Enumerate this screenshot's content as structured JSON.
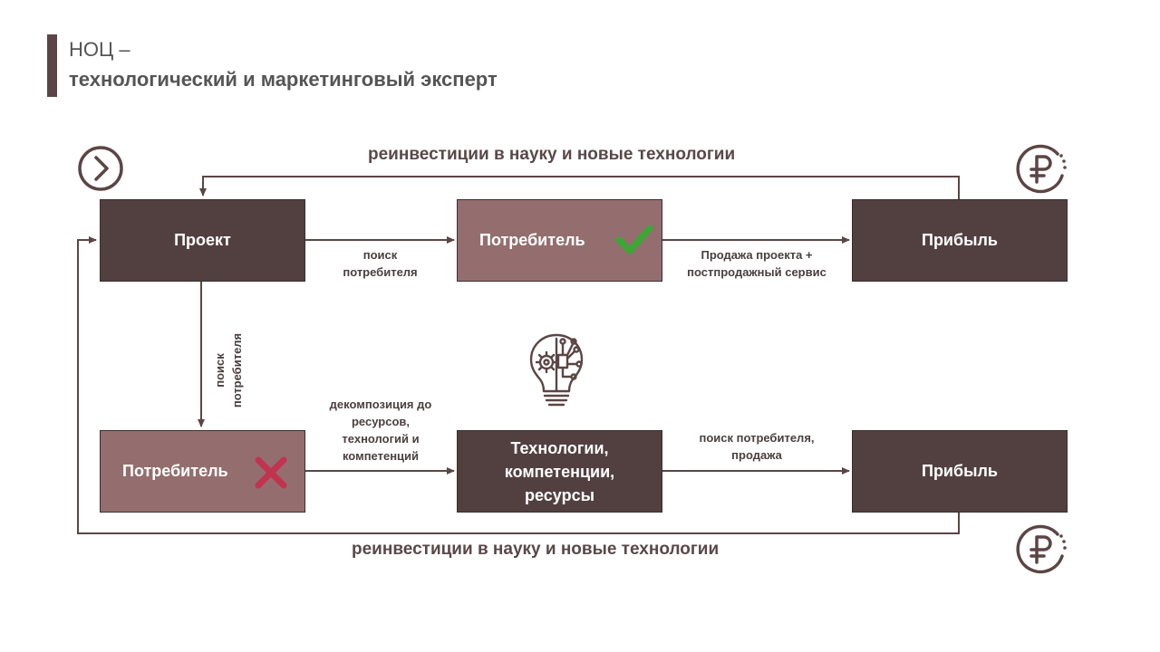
{
  "header": {
    "line1": "НОЦ –",
    "line2": "технологический  и маркетинговый эксперт"
  },
  "top_loop_label": "реинвестиции  в науку и новые технологии",
  "bottom_loop_label": "реинвестиции  в науку и новые технологии",
  "nodes": {
    "project": "Проект",
    "consumer_top": "Потребитель",
    "profit_top": "Прибыль",
    "consumer_bottom": "Потребитель",
    "tech": "Технологии, компетенции, ресурсы",
    "profit_bottom": "Прибыль"
  },
  "edges": {
    "search_consumer": "поиск потребителя",
    "sale": "Продажа проекта + постпродажный сервис",
    "vertical_search": "поиск потребителя",
    "decomposition": "декомпозиция до ресурсов, технологий и компетенций",
    "search_sale": "поиск потребителя, продажа"
  },
  "icons": {
    "next": "chevron-right-circle-icon",
    "ruble": "ruble-coin-icon",
    "idea": "lightbulb-gear-circuit-icon",
    "check": "checkmark-icon",
    "cross": "cross-icon"
  },
  "colors": {
    "dark_box": "#524040",
    "light_box": "#946e6e",
    "check": "#3aa832",
    "cross": "#c2334f",
    "line": "#5c4545"
  }
}
